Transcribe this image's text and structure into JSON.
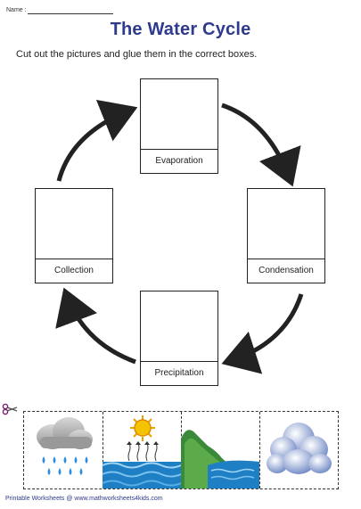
{
  "header": {
    "name_label": "Name :",
    "title": "The Water Cycle",
    "instructions": "Cut out the pictures and glue them in the correct boxes."
  },
  "boxes": {
    "evaporation": "Evaporation",
    "condensation": "Condensation",
    "precipitation": "Precipitation",
    "collection": "Collection"
  },
  "cutouts": [
    "rain-cloud",
    "sun-evaporation",
    "land-water-collection",
    "condensation-cloud"
  ],
  "footer": {
    "text": "Printable Worksheets @ www.mathworksheets4kids.com"
  },
  "colors": {
    "title": "#2e3a8c",
    "arrow": "#222222",
    "water": "#1f7fc4",
    "land": "#3a8a3a"
  }
}
